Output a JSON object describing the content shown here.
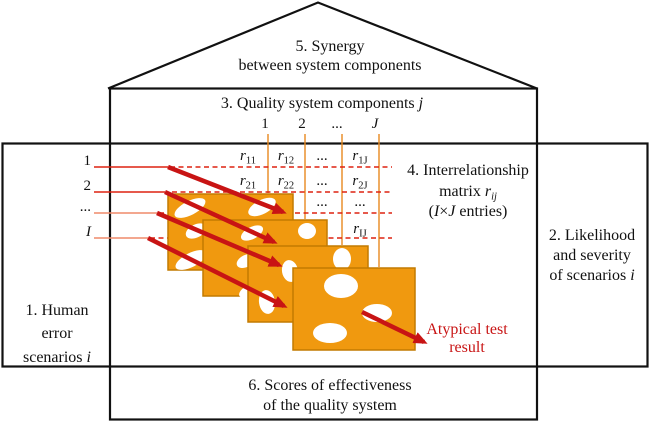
{
  "colors": {
    "cheese_orange": "#F0990F",
    "cheese_border": "#C27A00",
    "column_line_orange": "#E8891E",
    "arrow_red": "#C81414",
    "row_line_red": "#DD2211",
    "row_line_salmon": "#EF8A6A",
    "outline_black": "#111111",
    "hole_white": "#FFFFFF"
  },
  "roof": {
    "line1": "5. Synergy",
    "line2": "between system components"
  },
  "components_band": {
    "label_main": "3. Quality system components ",
    "label_var": "j",
    "column_labels": [
      "1",
      "2",
      "...",
      "J"
    ]
  },
  "scenarios": {
    "row_labels": [
      "1",
      "2",
      "...",
      "I"
    ],
    "line1": "1. Human",
    "line2": "error",
    "line3_main": "scenarios ",
    "line3_var": "i"
  },
  "likelihood": {
    "line1": "2. Likelihood",
    "line2": "and severity",
    "line3_main": "of scenarios ",
    "line3_var": "i"
  },
  "matrix_label": {
    "line1": "4. Interrelationship",
    "line2_main": "matrix ",
    "line2_var": "r",
    "line2_sub": "ij",
    "line3_parts": [
      "(",
      "I",
      "×",
      "J",
      " entries)"
    ]
  },
  "matrix": {
    "rows": [
      [
        {
          "b": "r",
          "s": "11"
        },
        {
          "b": "r",
          "s": "12"
        },
        {
          "b": "...",
          "s": ""
        },
        {
          "b": "r",
          "s": "1J"
        }
      ],
      [
        {
          "b": "r",
          "s": "21"
        },
        {
          "b": "r",
          "s": "22"
        },
        {
          "b": "...",
          "s": ""
        },
        {
          "b": "r",
          "s": "2J"
        }
      ],
      [
        {
          "b": "...",
          "s": ""
        },
        {
          "b": "...",
          "s": ""
        }
      ],
      [
        {
          "b": "r",
          "s": "IJ"
        }
      ]
    ]
  },
  "effectiveness": {
    "line1": "6. Scores of effectiveness",
    "line2": "of the quality system"
  },
  "annotation": {
    "line1": "Atypical test",
    "line2": "result"
  }
}
